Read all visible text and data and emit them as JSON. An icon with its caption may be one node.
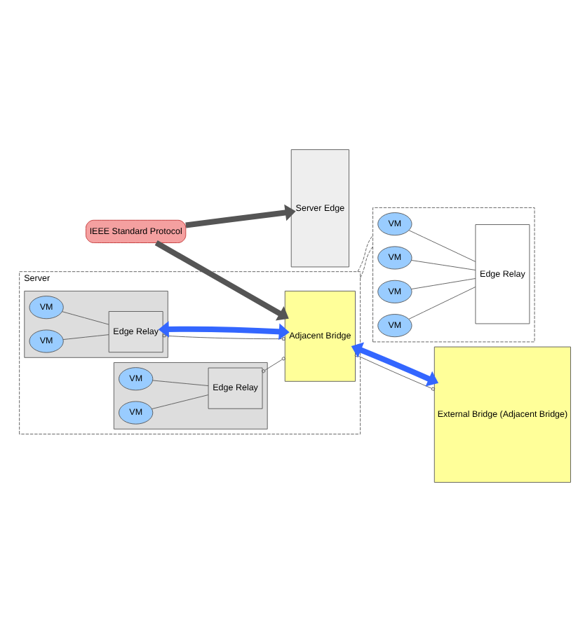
{
  "diagram": {
    "nodes": [
      {
        "text": [
          "IEEE Standard Protocol"
        ]
      },
      {
        "text": [
          "Server"
        ]
      },
      {
        "text": [],
        "shape": "box",
        "in": 1
      },
      {
        "text": [
          "VM"
        ],
        "in": 2
      },
      {
        "text": [
          "VM"
        ],
        "in": 2
      },
      {
        "text": [
          "Edge Relay"
        ],
        "in": 2
      },
      {
        "text": [],
        "shape": "box",
        "in": 1
      },
      {
        "text": [
          "VM"
        ],
        "in": 6
      },
      {
        "text": [
          "VM"
        ],
        "in": 6
      },
      {
        "text": [
          "Edge Relay"
        ],
        "in": 6
      },
      {
        "text": [
          "Adjacent Bridge"
        ],
        "in": 1
      },
      {
        "text": [
          "Server Edge"
        ]
      },
      {
        "text": [
          "External Bridge (Adjacent Bridge)"
        ]
      },
      {
        "text": [],
        "shape": "box"
      },
      {
        "text": [
          "VM"
        ],
        "in": 13
      },
      {
        "text": [
          "VM"
        ],
        "in": 13
      },
      {
        "text": [
          "VM"
        ],
        "in": 13
      },
      {
        "text": [
          "VM"
        ],
        "in": 13
      },
      {
        "text": [
          "Edge Relay"
        ],
        "in": 13
      }
    ],
    "edges": [
      {
        "from": 0,
        "to": 10,
        "arrow": "to",
        "style": "thick"
      },
      {
        "from": 0,
        "to": 11,
        "arrow": "to",
        "style": "thick"
      },
      {
        "from": 3,
        "to": 5,
        "arrow": "none"
      },
      {
        "from": 4,
        "to": 5,
        "arrow": "none"
      },
      {
        "from": 5,
        "to": 10,
        "arrow": "other"
      },
      {
        "from": 5,
        "to": 10,
        "arrow": "both",
        "style": "thick",
        "color": "#3366ff"
      },
      {
        "from": 7,
        "to": 9,
        "arrow": "none"
      },
      {
        "from": 8,
        "to": 9,
        "arrow": "none"
      },
      {
        "from": 9,
        "to": 10,
        "arrow": "other"
      },
      {
        "from": 10,
        "to": 12,
        "arrow": "other"
      },
      {
        "from": 10,
        "to": 12,
        "arrow": "both",
        "style": "thick",
        "color": "#3366ff"
      },
      {
        "from": 1,
        "to": 13,
        "arrow": "none",
        "style": "dashed"
      },
      {
        "from": 1,
        "to": 13,
        "arrow": "none",
        "style": "dashed"
      },
      {
        "from": 14,
        "to": 18,
        "arrow": "none"
      },
      {
        "from": 15,
        "to": 18,
        "arrow": "none"
      },
      {
        "from": 16,
        "to": 18,
        "arrow": "none"
      },
      {
        "from": 17,
        "to": 18,
        "arrow": "none"
      }
    ]
  }
}
